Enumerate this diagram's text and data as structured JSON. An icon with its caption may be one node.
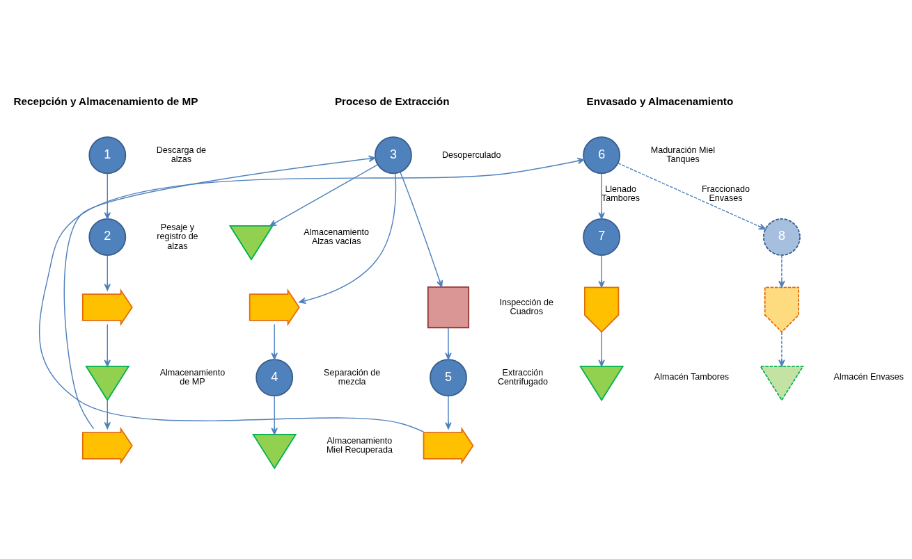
{
  "diagram": {
    "nodes": [
      {
        "text": [
          "1"
        ],
        "beside": [
          "Descarga de alzas"
        ]
      },
      {
        "text": [
          "2"
        ],
        "beside": [
          "Pesaje y registro de alzas"
        ]
      },
      {
        "text": [],
        "shape": "arrow"
      },
      {
        "text": [],
        "shape": "triangle",
        "beside": [
          "Almacenamiento de MP"
        ]
      },
      {
        "text": [],
        "shape": "arrow"
      },
      {
        "text": [
          "3"
        ],
        "beside": [
          "Desoperculado"
        ]
      },
      {
        "text": [],
        "shape": "triangle",
        "beside": [
          "Almacenamiento Alzas vacías"
        ]
      },
      {
        "text": [],
        "shape": "arrow"
      },
      {
        "text": [],
        "shape": "box",
        "beside": [
          "Inspección de Cuadros"
        ]
      },
      {
        "text": [
          "4"
        ],
        "beside": [
          "Separación de mezcla"
        ]
      },
      {
        "text": [],
        "shape": "triangle",
        "beside": [
          "Almacenamiento Miel Recuperada"
        ]
      },
      {
        "text": [
          "5"
        ],
        "beside": [
          "Extracción Centrifugado"
        ]
      },
      {
        "text": [],
        "shape": "arrow"
      },
      {
        "text": [
          "6"
        ],
        "beside": [
          "Maduración Miel Tanques"
        ]
      },
      {
        "text": [
          "7"
        ]
      },
      {
        "text": [
          "8"
        ]
      },
      {
        "text": [],
        "shape": "arrow"
      },
      {
        "text": [],
        "shape": "arrow"
      },
      {
        "text": [],
        "shape": "triangle",
        "beside": [
          "Almacén Tambores"
        ]
      },
      {
        "text": [],
        "shape": "triangle",
        "beside": [
          "Almacén Envases"
        ]
      }
    ],
    "edges": [
      {
        "from": 0,
        "to": 1,
        "arrow": "to"
      },
      {
        "from": 1,
        "to": 2,
        "arrow": "to"
      },
      {
        "from": 2,
        "to": 3,
        "arrow": "to"
      },
      {
        "from": 3,
        "to": 4,
        "arrow": "to"
      },
      {
        "from": 4,
        "to": 5,
        "arrow": "to"
      },
      {
        "from": 5,
        "to": 6,
        "arrow": "to"
      },
      {
        "from": 5,
        "to": 7,
        "arrow": "to"
      },
      {
        "from": 5,
        "to": 8,
        "arrow": "to"
      },
      {
        "from": 7,
        "to": 9,
        "arrow": "to"
      },
      {
        "from": 9,
        "to": 10,
        "arrow": "to"
      },
      {
        "from": 8,
        "to": 11,
        "arrow": "to"
      },
      {
        "from": 11,
        "to": 12,
        "arrow": "to"
      },
      {
        "from": 12,
        "to": 13,
        "arrow": "to"
      },
      {
        "from": 13,
        "to": 14,
        "arrow": "to",
        "label": "Llenado Tambores"
      },
      {
        "from": 13,
        "to": 15,
        "arrow": "to",
        "label": "Fraccionado Envases",
        "style": "dashed"
      },
      {
        "from": 14,
        "to": 16,
        "arrow": "to"
      },
      {
        "from": 15,
        "to": 17,
        "arrow": "to",
        "style": "dashed"
      },
      {
        "from": 16,
        "to": 18,
        "arrow": "to"
      },
      {
        "from": 17,
        "to": 19,
        "arrow": "to",
        "style": "dashed"
      }
    ],
    "labels": [
      "Recepción y Almacenamiento de MP",
      "Proceso de Extracción",
      "Envasado y Almacenamiento"
    ]
  }
}
